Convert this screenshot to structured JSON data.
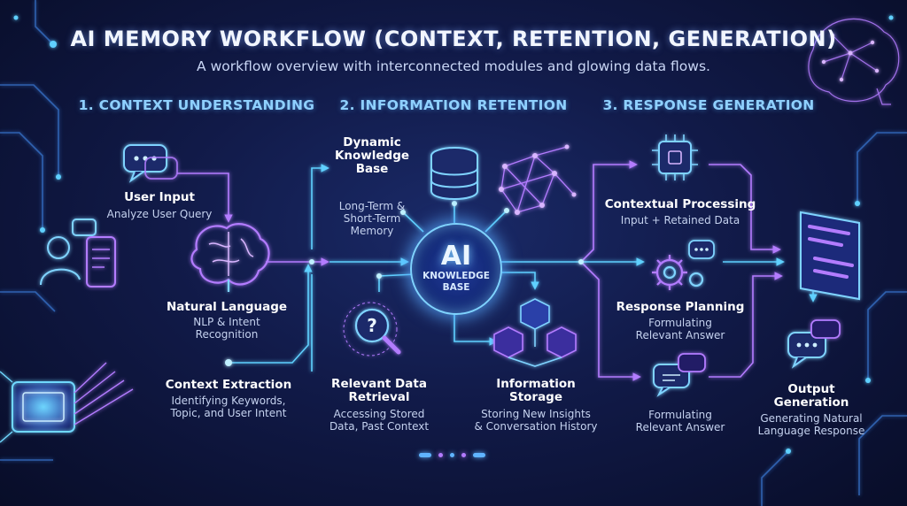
{
  "title": "AI MEMORY WORKFLOW (CONTEXT, RETENTION, GENERATION)",
  "subtitle": "A workflow overview with interconnected modules and glowing data flows.",
  "sections": [
    {
      "label": "1. CONTEXT UNDERSTANDING"
    },
    {
      "label": "2. INFORMATION RETENTION"
    },
    {
      "label": "3. RESPONSE GENERATION"
    }
  ],
  "context": {
    "user_input": {
      "label": "User Input",
      "desc": "Analyze User Query"
    },
    "natural_language": {
      "label": "Natural Language",
      "desc1": "NLP & Intent",
      "desc2": "Recognition"
    },
    "context_extraction": {
      "label": "Context Extraction",
      "desc1": "Identifying Keywords,",
      "desc2": "Topic, and User Intent"
    }
  },
  "retention": {
    "dynamic_kb": {
      "label1": "Dynamic",
      "label2": "Knowledge",
      "label3": "Base",
      "desc1": "Long-Term &",
      "desc2": "Short-Term",
      "desc3": "Memory"
    },
    "hub": {
      "title": "AI",
      "sub1": "KNOWLEDGE",
      "sub2": "BASE"
    },
    "data_retrieval": {
      "label1": "Relevant Data",
      "label2": "Retrieval",
      "desc1": "Accessing Stored",
      "desc2": "Data, Past Context"
    },
    "info_storage": {
      "label1": "Information",
      "label2": "Storage",
      "desc1": "Storing New Insights",
      "desc2": "& Conversation History"
    }
  },
  "generation": {
    "contextual_processing": {
      "label": "Contextual Processing",
      "desc": "Input + Retained Data"
    },
    "response_planning": {
      "label": "Response Planning",
      "desc1": "Formulating",
      "desc2": "Relevant Answer"
    },
    "formulating": {
      "desc1": "Formulating",
      "desc2": "Relevant Answer"
    },
    "output": {
      "label1": "Output",
      "label2": "Generation",
      "desc1": "Generating Natural",
      "desc2": "Language Response"
    }
  },
  "colors": {
    "background": "#0a1030",
    "cyan": "#5fd0ff",
    "violet": "#b37bff",
    "accent": "#7fd3ff"
  }
}
